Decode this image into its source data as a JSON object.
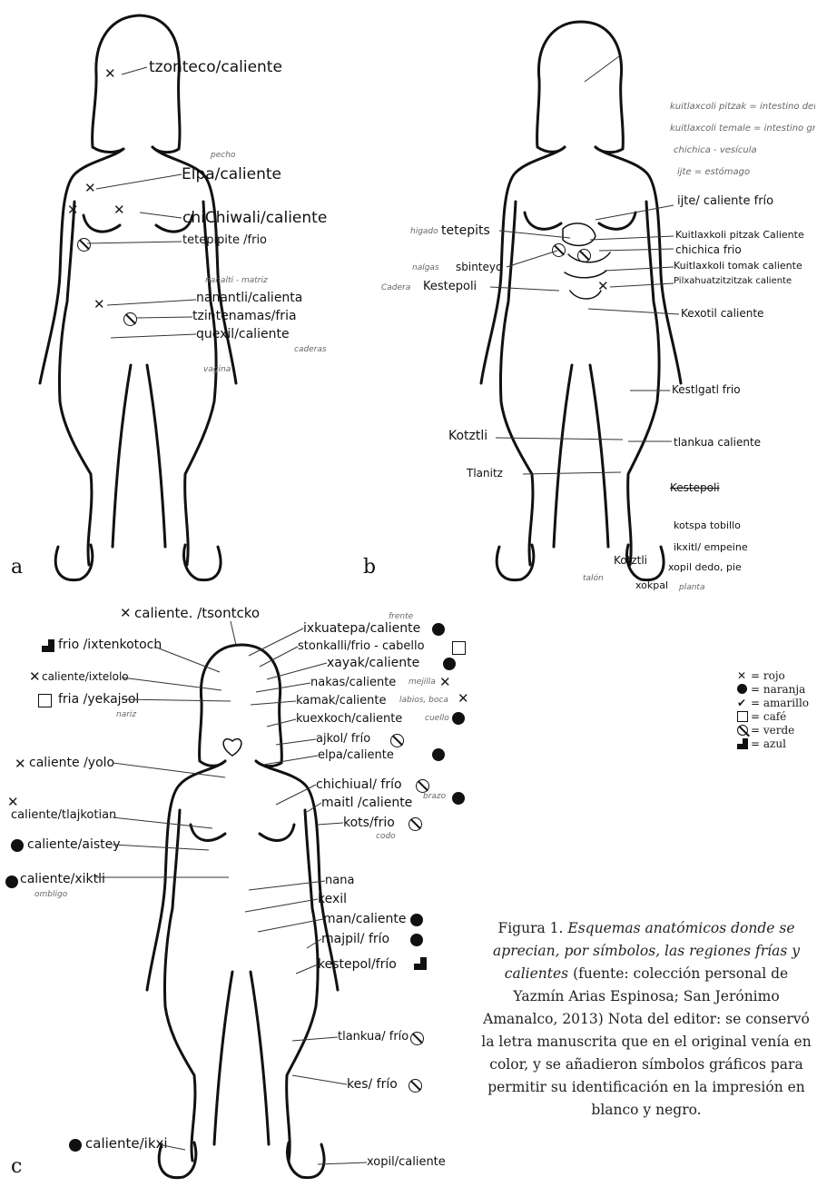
{
  "panel_letters": {
    "a": "a",
    "b": "b",
    "c": "c"
  },
  "panel_a": {
    "labels": [
      "tzonteco/caliente",
      "Elpa/caliente",
      "chiChiwali/caliente",
      "tetepipite /frio",
      "nanantli/calienta",
      "tzintenamas/fria",
      "quexil/caliente"
    ],
    "notes": [
      "pecho",
      "nanalti - matriz",
      "caderas",
      "vagina"
    ]
  },
  "panel_b": {
    "top_notes": [
      "kuitlaxcoli pitzak = intestino delgado",
      "kuitlaxcoli temale = intestino grueso",
      "chichica - vesícula",
      "ijte = estómago"
    ],
    "right_labels": [
      "ijte/ caliente frío",
      "Kuitlaxkoli pitzak Caliente",
      "chichica frio",
      "Kuitlaxkoli tomak caliente",
      "Pilxahuatzitzitzak caliente",
      "Kexotil caliente",
      "Kestlgatl frio",
      "tlankua caliente",
      "Kestepoli",
      "kotspa tobillo",
      "ikxitl/ empeine",
      "xopil dedo, pie"
    ],
    "left_labels": [
      "higado",
      "tetepits",
      "nalgas",
      "sbinteyo",
      "Cadera",
      "Kestepoli",
      "Kotztli",
      "Tlanitz",
      "talón",
      "Kotztli",
      "xokpal",
      "planta"
    ]
  },
  "panel_c": {
    "left_labels": [
      "caliente. /tsontcko",
      "frio /ixtenkotoch",
      "caliente/ixtelolo",
      "fria /yekajsol",
      "caliente /yolo",
      "caliente/tlajkotian",
      "caliente/aistey",
      "caliente/xiktli",
      "caliente/ikxi"
    ],
    "right_labels": [
      "ixkuatepa/caliente",
      "stonkalli/frio - cabello",
      "xayak/caliente",
      "nakas/caliente",
      "kamak/caliente",
      "kuexkoch/caliente",
      "ajkol/ frío",
      "elpa/caliente",
      "chichiual/ frío",
      "maitl /caliente",
      "kots/frio",
      "nana",
      "kexil",
      "man/caliente",
      "majpil/ frío",
      "kestepol/frío",
      "tlankua/ frío",
      "kes/ frío",
      "xopil/caliente"
    ],
    "notes": [
      "frente",
      "cabello",
      "mejilla",
      "labios, boca",
      "cuello",
      "brazo",
      "codo",
      "nariz",
      "ombligo"
    ]
  },
  "legend": [
    {
      "symbol": "x",
      "label": "= rojo"
    },
    {
      "symbol": "dot",
      "label": "= naranja"
    },
    {
      "symbol": "check",
      "label": "= amarillo"
    },
    {
      "symbol": "square",
      "label": "= café"
    },
    {
      "symbol": "ring",
      "label": "= verde"
    },
    {
      "symbol": "checker",
      "label": "= azul"
    }
  ],
  "caption": {
    "prefix": "Figura 1.",
    "title": "Esquemas anatómicos donde se aprecian, por símbolos, las regiones frías y calientes",
    "body": "(fuente: colección personal de Yazmín Arias Espinosa; San Jerónimo Amanalco, 2013) Nota del editor: se conservó la letra manuscrita que en el original venía en color, y se añadieron símbolos gráficos para permitir su identificación en la impresión en blanco y negro."
  }
}
